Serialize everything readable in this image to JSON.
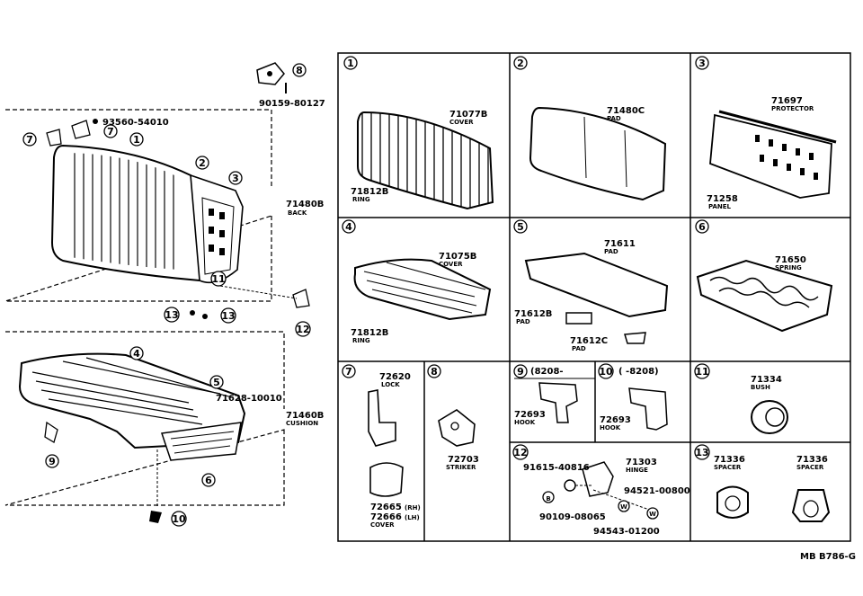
{
  "overview": {
    "bolt_top": "90159-80127",
    "screw": "93560-54010",
    "back_part": "71480B",
    "back_name": "BACK",
    "cushion_part": "71460B",
    "cushion_name": "CUSHION",
    "clip_part": "71628-10010",
    "callouts": [
      "1",
      "2",
      "3",
      "4",
      "5",
      "6",
      "7",
      "8",
      "9",
      "10",
      "11",
      "12",
      "13"
    ]
  },
  "panels": {
    "p1": {
      "num": "1",
      "part": "71077B",
      "name": "COVER",
      "part2": "71812B",
      "name2": "RING"
    },
    "p2": {
      "num": "2",
      "part": "71480C",
      "name": "PAD"
    },
    "p3": {
      "num": "3",
      "part": "71697",
      "name": "PROTECTOR",
      "part2": "71258",
      "name2": "PANEL"
    },
    "p4": {
      "num": "4",
      "part": "71075B",
      "name": "COVER",
      "part2": "71812B",
      "name2": "RING"
    },
    "p5": {
      "num": "5",
      "part": "71611",
      "name": "PAD",
      "part2": "71612B",
      "name2": "PAD",
      "part3": "71612C",
      "name3": "PAD"
    },
    "p6": {
      "num": "6",
      "part": "71650",
      "name": "SPRING"
    },
    "p7": {
      "num": "7",
      "part": "72620",
      "name": "LOCK",
      "part2": "72665",
      "rh": "(RH)",
      "part3": "72666",
      "lh": "(LH)",
      "name2": "COVER"
    },
    "p8": {
      "num": "8",
      "part": "72703",
      "name": "STRIKER"
    },
    "p9": {
      "num": "9",
      "range": "(8208-",
      "part": "72693",
      "name": "HOOK"
    },
    "p10": {
      "num": "10",
      "range": "( -8208)",
      "part": "72693",
      "name": "HOOK"
    },
    "p11": {
      "num": "11",
      "part": "71334",
      "name": "BUSH"
    },
    "p12": {
      "num": "12",
      "part": "71303",
      "name": "HINGE",
      "bolt1": "91615-40816",
      "nut": "90109-08065",
      "washer1": "94521-00800",
      "washer2": "94543-01200",
      "b": "B",
      "w": "W"
    },
    "p13": {
      "num": "13",
      "part_a": "71336",
      "name_a": "SPACER",
      "part_b": "71336",
      "name_b": "SPACER"
    }
  },
  "footer": {
    "code": "MB B786-G"
  }
}
